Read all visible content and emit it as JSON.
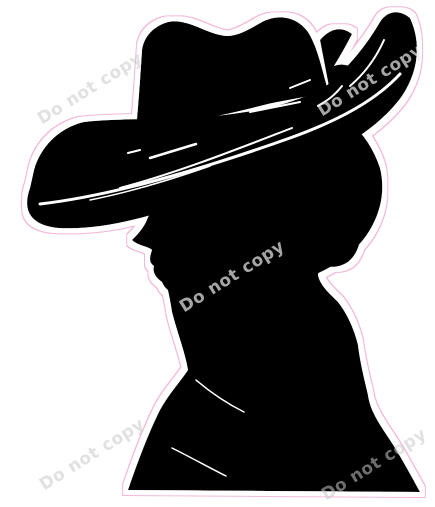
{
  "artwork": {
    "subject": "silhouette-woman-cowboy-hat",
    "fill_color": "#000000",
    "outline_color": "#f4b8d8",
    "background_color": "#ffffff"
  },
  "watermarks": [
    {
      "id": "wm1",
      "text": "Do not copy"
    },
    {
      "id": "wm2",
      "text": "Do not copy"
    },
    {
      "id": "wm3",
      "text": "Do not copy"
    },
    {
      "id": "wm4",
      "text": "Do not copy"
    },
    {
      "id": "wm5",
      "text": "Do not copy"
    }
  ]
}
